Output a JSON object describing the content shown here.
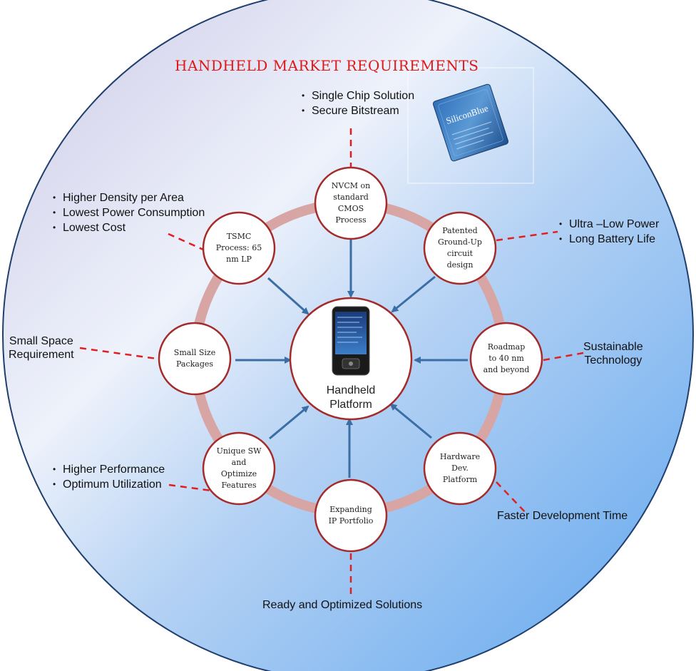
{
  "title": "HANDHELD MARKET REQUIREMENTS",
  "chip": {
    "brand": "SiliconBlue"
  },
  "center": {
    "label_line1": "Handheld",
    "label_line2": "Platform"
  },
  "nodes": [
    {
      "id": "nvcm",
      "lines": [
        "NVCM on",
        "standard",
        "CMOS",
        "Process"
      ]
    },
    {
      "id": "patented",
      "lines": [
        "Patented",
        "Ground-Up",
        "circuit",
        "design"
      ]
    },
    {
      "id": "roadmap",
      "lines": [
        "Roadmap",
        "to 40 nm",
        "and beyond"
      ]
    },
    {
      "id": "hardware",
      "lines": [
        "Hardware",
        "Dev.",
        "Platform"
      ]
    },
    {
      "id": "ip",
      "lines": [
        "Expanding",
        "IP Portfolio"
      ]
    },
    {
      "id": "unique",
      "lines": [
        "Unique SW",
        "and",
        "Optimize",
        "Features"
      ]
    },
    {
      "id": "smallsize",
      "lines": [
        "Small Size",
        "Packages"
      ]
    },
    {
      "id": "tsmc",
      "lines": [
        "TSMC",
        "Process: 65",
        "nm LP"
      ]
    }
  ],
  "requirements": {
    "top": [
      "Single Chip Solution",
      "Secure Bitstream"
    ],
    "top_left": [
      "Higher Density per Area",
      "Lowest Power Consumption",
      "Lowest Cost"
    ],
    "right_top": [
      "Ultra –Low Power",
      "Long Battery Life"
    ],
    "left": [
      "Small Space",
      "Requirement"
    ],
    "right": [
      "Sustainable",
      "Technology"
    ],
    "bottom_left": [
      "Higher Performance",
      "Optimum Utilization"
    ],
    "bottom_right": "Faster Development Time",
    "bottom": "Ready and Optimized Solutions"
  },
  "colors": {
    "title": "#e01818",
    "node_border": "#a52a2a",
    "ring": "#d8a5a5",
    "arrow": "#3a6ea5",
    "dash": "#e02020",
    "circle_border": "#1f3f6e"
  }
}
